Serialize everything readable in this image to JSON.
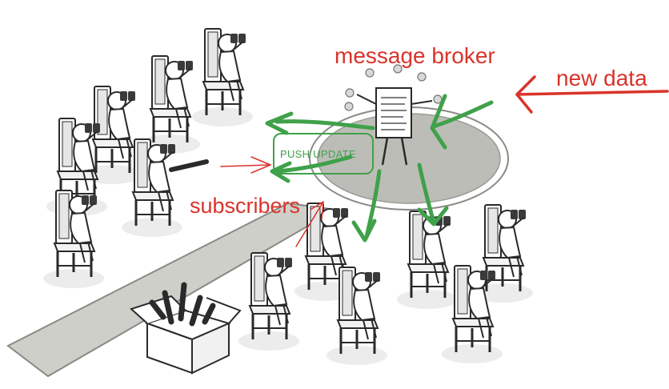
{
  "labels": {
    "broker": "message broker",
    "new_data": "new data",
    "subscribers": "subscribers",
    "push_update": "PUSH  UPDATE"
  },
  "colors": {
    "annotation_red": "#d9332b",
    "arrow_green": "#3fa14a",
    "carpet_gray": "#cfcfc9",
    "stage_gray": "#bdbdb7",
    "ink": "#2a2a2a"
  },
  "icons": {
    "box": "box-of-binoculars-icon",
    "broker": "paper-robot-icon",
    "subscriber": "seated-person-with-binoculars-icon"
  }
}
